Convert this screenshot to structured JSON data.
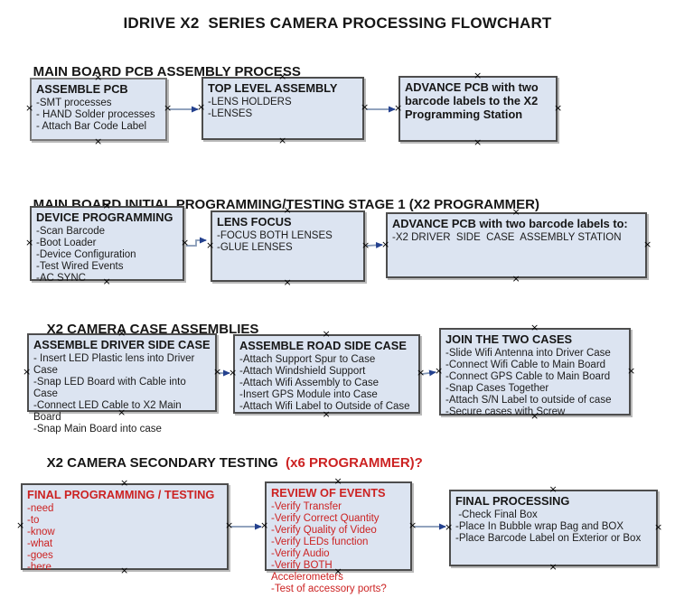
{
  "title": "IDRIVE X2  SERIES CAMERA PROCESSING FLOWCHART",
  "colors": {
    "box_fill": "#dce4f1",
    "box_border": "#4d4d4d",
    "accent_red": "#cc2222",
    "connector_line": "#8296b4",
    "connector_arrowhead": "#24418e"
  },
  "icons": {
    "connection_point": "×",
    "arrowhead": "right-arrowhead"
  },
  "sections": [
    {
      "header": "MAIN BOARD PCB ASSEMBLY PROCESS",
      "boxes": [
        {
          "title": "ASSEMBLE PCB",
          "items": [
            "-SMT processes",
            "- HAND Solder processes",
            "- Attach Bar Code Label"
          ]
        },
        {
          "title": "TOP LEVEL ASSEMBLY",
          "items": [
            "-LENS HOLDERS",
            "-LENSES"
          ]
        },
        {
          "title": "ADVANCE PCB with two barcode labels to the X2 Programming Station",
          "items": []
        }
      ]
    },
    {
      "header": "MAIN BOARD INITIAL PROGRAMMING/TESTING STAGE 1 (X2 PROGRAMMER)",
      "boxes": [
        {
          "title": "DEVICE PROGRAMMING",
          "items": [
            "-Scan Barcode",
            "-Boot Loader",
            "-Device Configuration",
            "-Test Wired Events",
            "-AC SYNC"
          ]
        },
        {
          "title": "LENS FOCUS",
          "items": [
            "-FOCUS BOTH LENSES",
            "-GLUE LENSES"
          ]
        },
        {
          "title": "ADVANCE PCB with two barcode labels to:",
          "items": [
            "-X2 DRIVER  SIDE  CASE  ASSEMBLY STATION"
          ]
        }
      ]
    },
    {
      "header": "X2 CAMERA CASE ASSEMBLIES",
      "boxes": [
        {
          "title": "ASSEMBLE DRIVER SIDE CASE",
          "items": [
            "- Insert LED Plastic lens into Driver Case",
            "-Snap LED Board with Cable into Case",
            "-Connect LED Cable to X2 Main Board",
            "-Snap Main Board into case"
          ]
        },
        {
          "title": "ASSEMBLE ROAD SIDE CASE",
          "items": [
            "-Attach Support Spur to Case",
            "-Attach Windshield Support",
            "-Attach Wifi Assembly to Case",
            "-Insert GPS Module into Case",
            "-Attach Wifi Label to Outside of Case"
          ]
        },
        {
          "title": "JOIN THE TWO CASES",
          "items": [
            "-Slide Wifi Antenna into Driver Case",
            "-Connect Wifi Cable to Main Board",
            "-Connect GPS Cable to Main Board",
            "-Snap Cases Together",
            "-Attach S/N Label to outside of case",
            "-Secure cases with Screw"
          ]
        }
      ]
    },
    {
      "header": "X2 CAMERA SECONDARY TESTING  ",
      "header_red": "(x6 PROGRAMMER)?",
      "boxes": [
        {
          "title": "FINAL PROGRAMMING / TESTING",
          "items": [
            "-need",
            "-to",
            "-know",
            "-what",
            "-goes",
            "-here"
          ]
        },
        {
          "title": "REVIEW OF EVENTS",
          "items": [
            "-Verify Transfer",
            "-Verify Correct Quantity",
            "-Verify Quality of Video",
            "-Verify LEDs function",
            "-Verify Audio",
            "-Verify BOTH Accelerometers",
            "-Test of accessory ports?"
          ]
        },
        {
          "title": "FINAL PROCESSING",
          "items": [
            " -Check Final Box",
            "-Place In Bubble wrap Bag and BOX",
            "-Place Barcode Label on Exterior or Box"
          ]
        }
      ]
    }
  ]
}
